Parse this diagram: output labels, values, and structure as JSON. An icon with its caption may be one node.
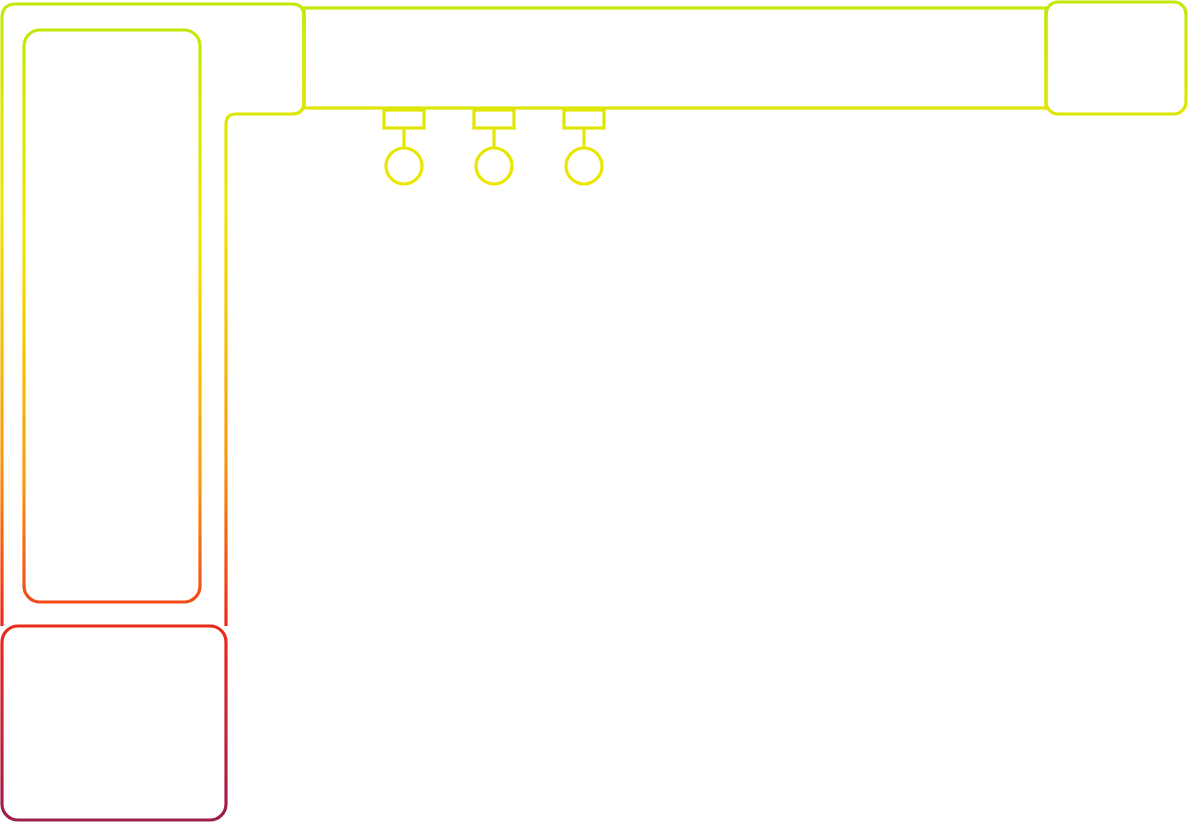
{
  "diagram": {
    "nodes": [
      {
        "text": [],
        "shape": "box"
      },
      {
        "text": [],
        "shape": "box",
        "in": 0
      },
      {
        "text": [],
        "shape": "box"
      },
      {
        "text": [],
        "shape": "box"
      },
      {
        "text": [],
        "shape": "box"
      },
      {
        "text": [],
        "shape": "circle"
      },
      {
        "text": [],
        "shape": "circle"
      },
      {
        "text": [],
        "shape": "circle"
      }
    ]
  }
}
